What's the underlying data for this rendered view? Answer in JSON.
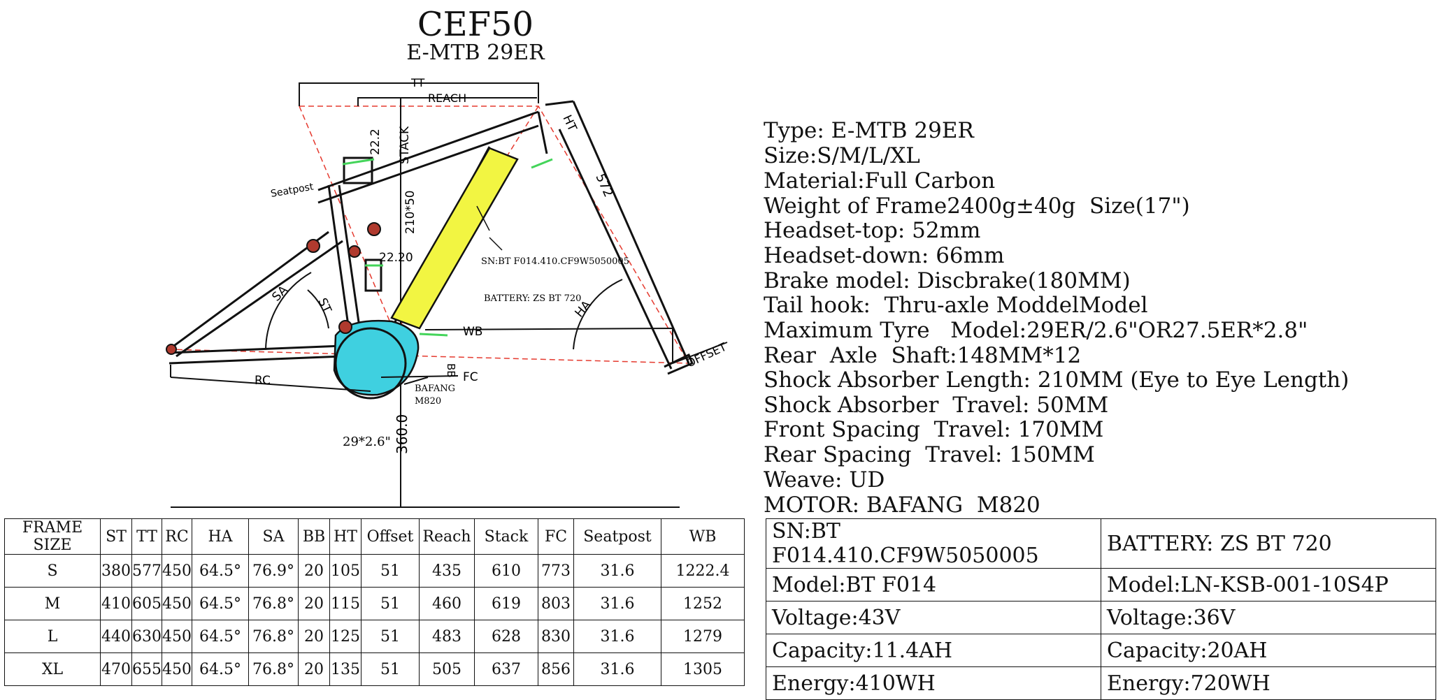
{
  "title": "CEF50",
  "subtitle": "E-MTB  29ER",
  "diagram_labels": {
    "tt": "TT",
    "reach": "REACH",
    "ht": "HT",
    "stack": "STACK",
    "seatpost": "Seatpost",
    "dim_572": "572",
    "dim_22_2": "22.2",
    "dim_22_20": "22.20",
    "shock": "210*50",
    "sn": "SN:BT F014.410.CF9W5050005",
    "battery": "BATTERY: ZS BT 720",
    "st": "ST",
    "sa": "SA",
    "ha": "HA",
    "wb": "WB",
    "offset": "OFFSET",
    "bb": "BB",
    "fc": "FC",
    "rc": "RC",
    "motor_brand": "BAFANG",
    "motor_model": "M820",
    "wheel_dia": "360.0",
    "tire": "29*2.6\""
  },
  "specs": [
    "Type: E-MTB 29ER",
    "Size:S/M/L/XL",
    "Material:Full Carbon",
    "Weight of Frame2400g±40g  Size(17\")",
    "Headset-top: 52mm",
    "Headset-down: 66mm",
    "Brake model: Discbrake(180MM)",
    "Tail hook:  Thru-axle ModdelModel",
    "Maximum Tyre   Model:29ER/2.6\"OR27.5ER*2.8\"",
    "Rear  Axle  Shaft:148MM*12",
    "Shock Absorber Length: 210MM (Eye to Eye Length)",
    "Shock Absorber  Travel: 50MM",
    "Front Spacing  Travel: 170MM",
    "Rear Spacing  Travel: 150MM",
    "Weave: UD",
    "MOTOR: BAFANG  M820"
  ],
  "geometry_table": {
    "headers": [
      "FRAME SIZE",
      "ST",
      "TT",
      "RC",
      "HA",
      "SA",
      "BB",
      "HT",
      "Offset",
      "Reach",
      "Stack",
      "FC",
      "Seatpost",
      "WB"
    ],
    "rows": [
      [
        "S",
        "380",
        "577",
        "450",
        "64.5°",
        "76.9°",
        "20",
        "105",
        "51",
        "435",
        "610",
        "773",
        "31.6",
        "1222.4"
      ],
      [
        "M",
        "410",
        "605",
        "450",
        "64.5°",
        "76.8°",
        "20",
        "115",
        "51",
        "460",
        "619",
        "803",
        "31.6",
        "1252"
      ],
      [
        "L",
        "440",
        "630",
        "450",
        "64.5°",
        "76.8°",
        "20",
        "125",
        "51",
        "483",
        "628",
        "830",
        "31.6",
        "1279"
      ],
      [
        "XL",
        "470",
        "655",
        "450",
        "64.5°",
        "76.8°",
        "20",
        "135",
        "51",
        "505",
        "637",
        "856",
        "31.6",
        "1305"
      ]
    ]
  },
  "electrics_table": {
    "headers": [
      "SN:BT F014.410.CF9W5050005",
      "BATTERY: ZS  BT 720"
    ],
    "rows": [
      [
        "Model:BT F014",
        "Model:LN-KSB-001-10S4P"
      ],
      [
        "Voltage:43V",
        "Voltage:36V"
      ],
      [
        "Capacity:11.4AH",
        "Capacity:20AH"
      ],
      [
        "Energy:410WH",
        "Energy:720WH"
      ]
    ]
  },
  "colors": {
    "line": "#111111",
    "battery": "#f2f542",
    "motor": "#3fd0e0",
    "dashed_red": "#e53a2f",
    "frame_brown": "#b03a2e",
    "green": "#44d45a"
  }
}
